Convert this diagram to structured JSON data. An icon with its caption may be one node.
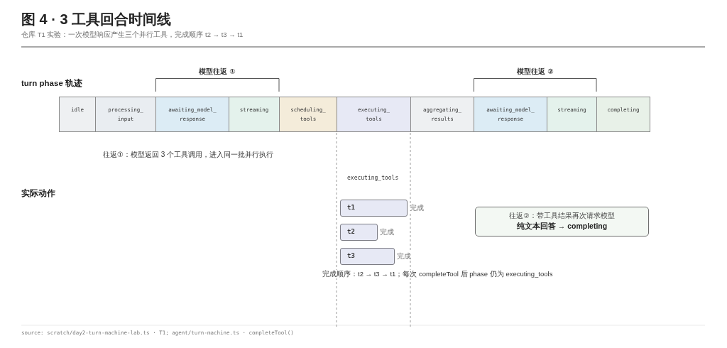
{
  "diagram": {
    "title": "图 4 · 3 工具回合时间线",
    "caption": "仓库 T1 实验：一次模型响应产生三个并行工具，完成顺序 t2 → t3 → t1",
    "nodes": [
      {
        "text": [
          "idle"
        ]
      },
      {
        "text": [
          "processing_ input"
        ]
      },
      {
        "text": [
          "awaiting_model_ response"
        ]
      },
      {
        "text": [
          "streaming"
        ]
      },
      {
        "text": [
          "scheduling_ tools"
        ]
      },
      {
        "text": [
          "executing_ tools"
        ]
      },
      {
        "text": [
          "aggregating_ results"
        ]
      },
      {
        "text": [
          "awaiting_model_ response"
        ]
      },
      {
        "text": [
          "streaming"
        ]
      },
      {
        "text": [
          "completing"
        ]
      },
      {
        "text": [
          "t1"
        ],
        "beside": [
          "完成"
        ]
      },
      {
        "text": [
          "t2"
        ],
        "beside": [
          "完成"
        ]
      },
      {
        "text": [
          "t3"
        ],
        "beside": [
          "完成"
        ]
      },
      {
        "text": [
          "往返②：带工具结果再次请求模型",
          "纯文本回答 → completing"
        ]
      }
    ],
    "labels": [
      "模型往返 ①",
      "模型往返 ②",
      "turn phase 轨迹",
      "往返①：模型返回 3 个工具调用，进入同一批并行执行",
      "executing_tools",
      "实际动作",
      "完成顺序：t2 → t3 → t1；每次 completeTool 后 phase 仍为 executing_tools",
      "source: scratch/day2-turn-machine-lab.ts · T1; agent/turn-machine.ts · completeTool()"
    ]
  }
}
